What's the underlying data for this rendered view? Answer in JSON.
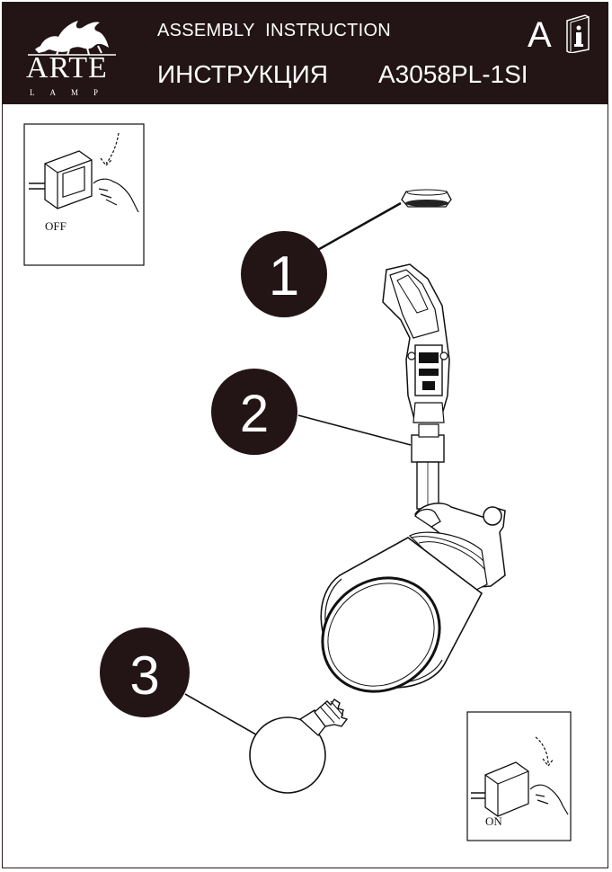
{
  "header": {
    "brand": "ARTE",
    "brand_sub": "LAMP",
    "title_en": "ASSEMBLY  INSTRUCTION",
    "title_ru": "ИНСТРУКЦИЯ",
    "model": "A3058PL-1SI",
    "sheet_letter": "A",
    "info_icon": "info-book-icon"
  },
  "steps": [
    {
      "number": "1",
      "part": "ceiling-cap"
    },
    {
      "number": "2",
      "part": "mounting-bracket-and-stem"
    },
    {
      "number": "3",
      "part": "light-bulb"
    }
  ],
  "switch_off": {
    "label": "OFF"
  },
  "switch_on": {
    "label": "ON"
  },
  "colors": {
    "header_bg": "#231515",
    "step_circle": "#231515",
    "line": "#111111"
  }
}
